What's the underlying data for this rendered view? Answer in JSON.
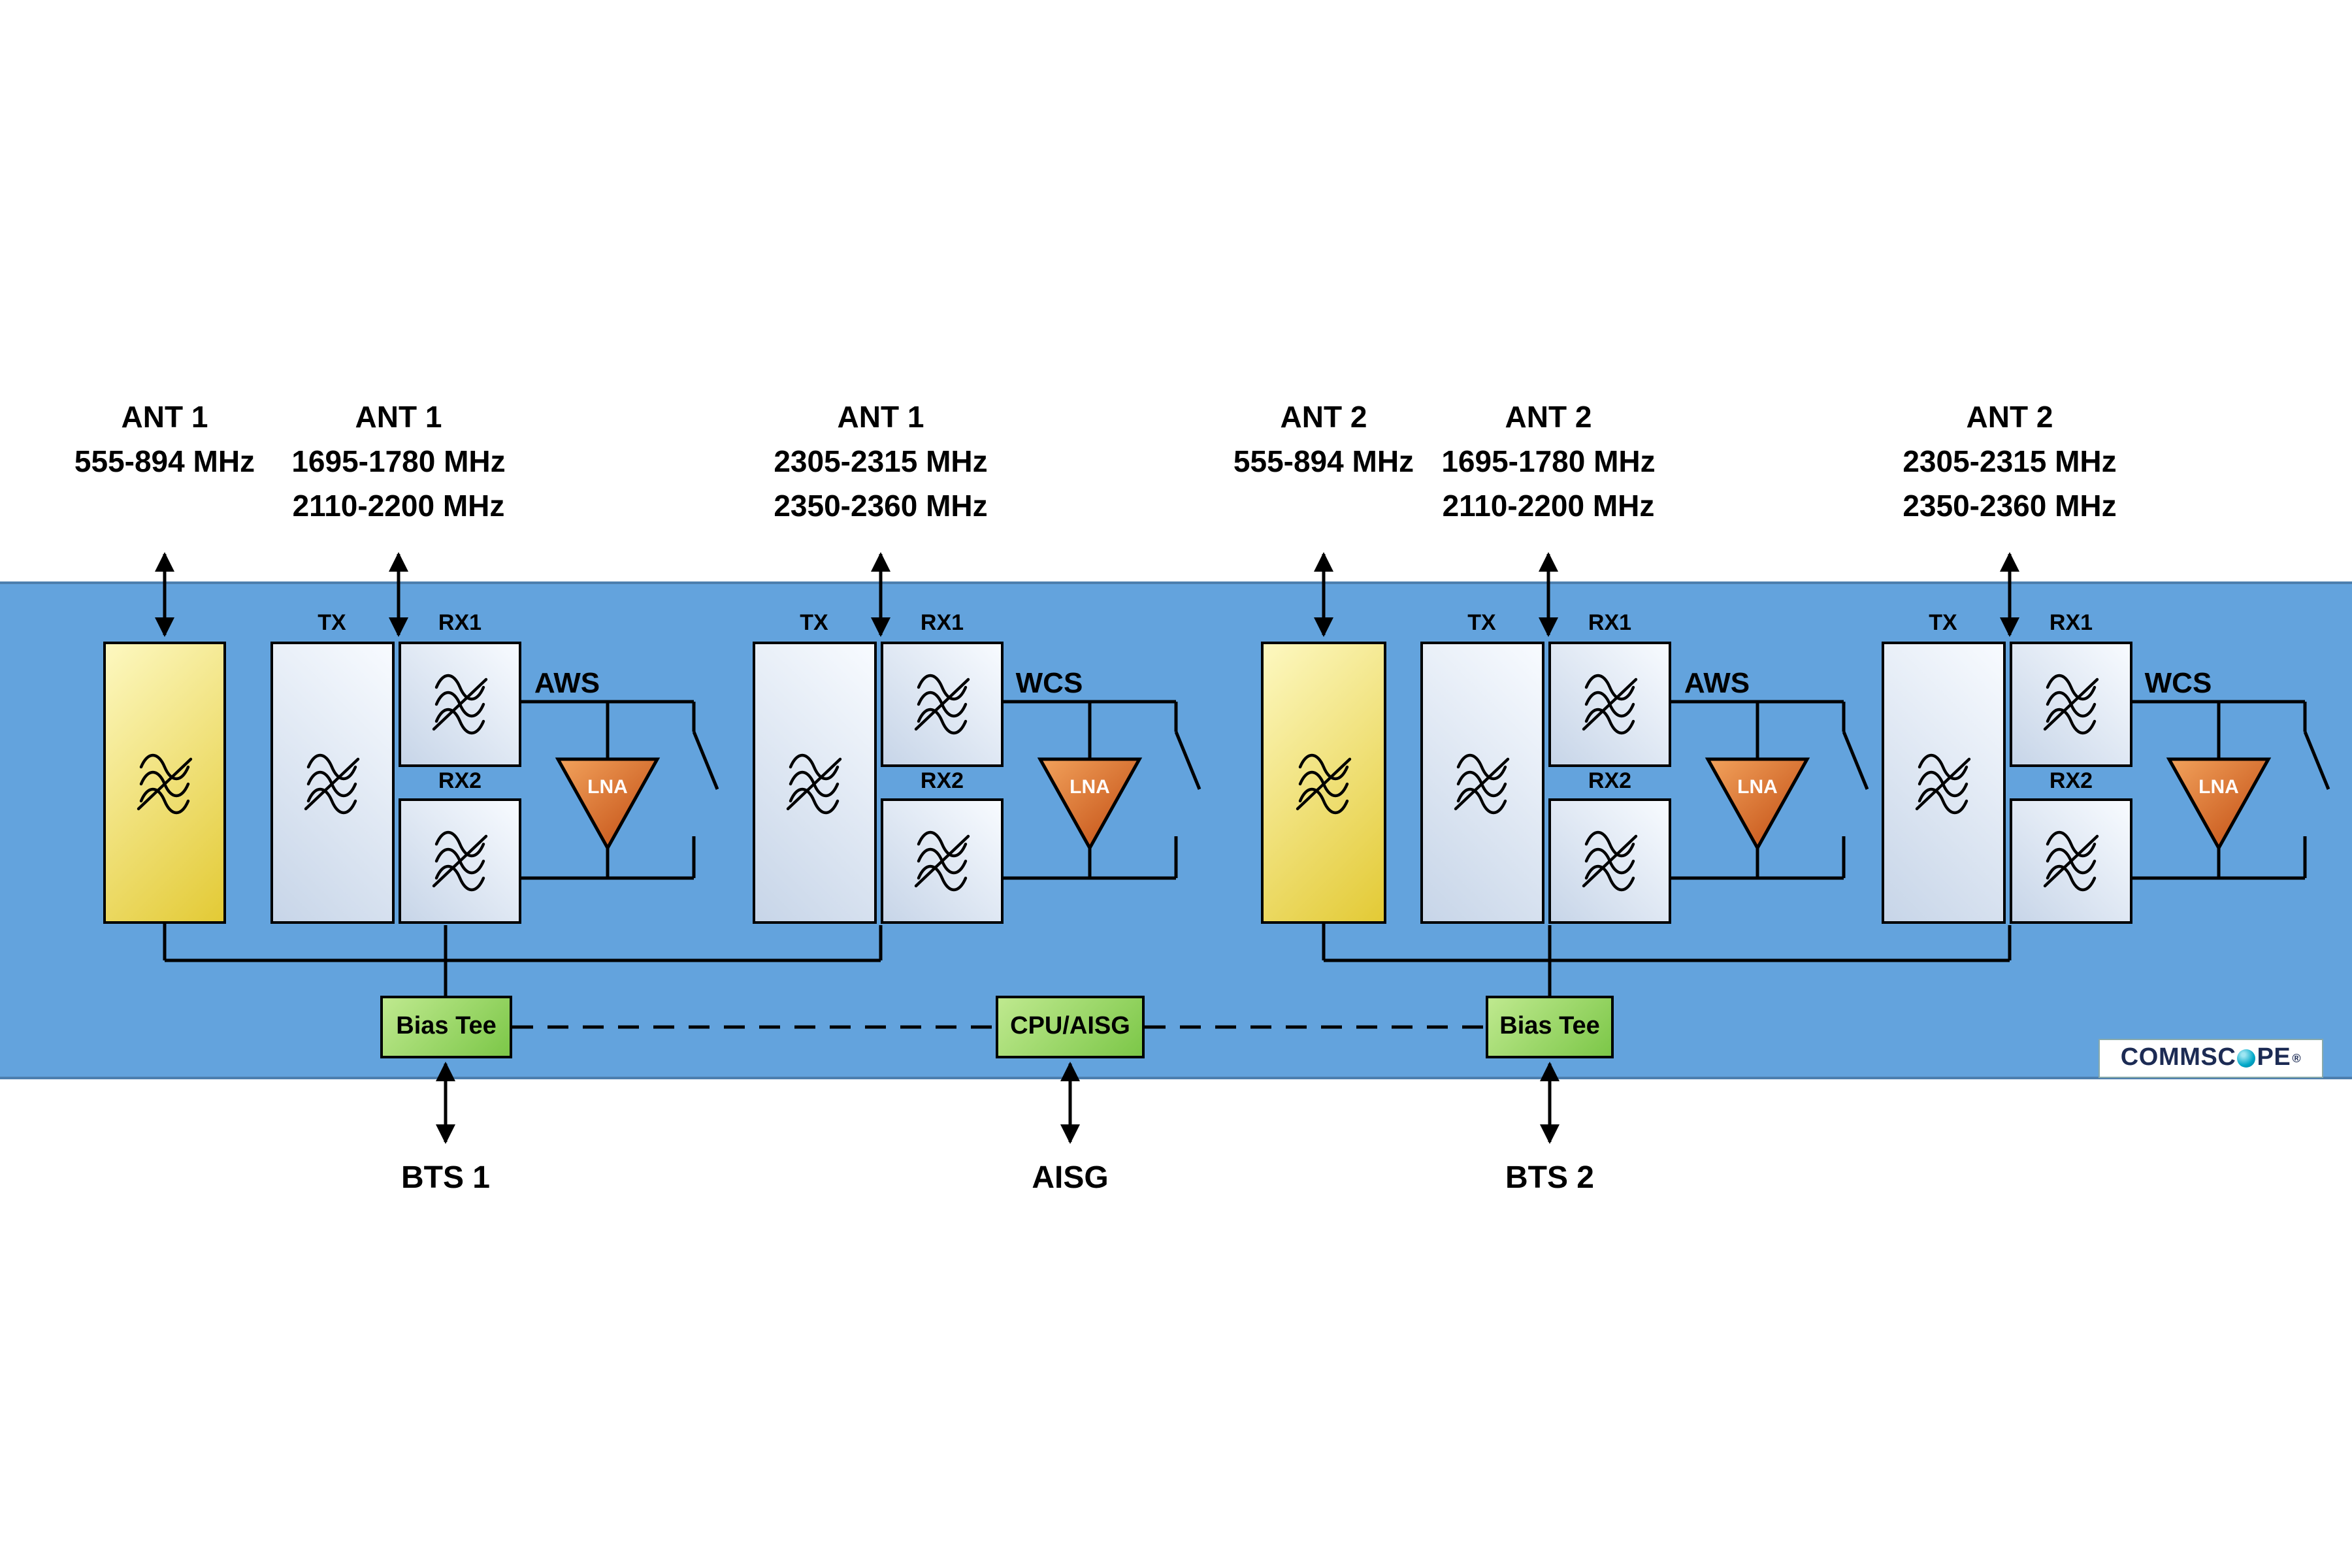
{
  "colors": {
    "band": "#63a3dd",
    "yellow_light": "#fdf8c0",
    "yellow_dark": "#e3ca35",
    "block_light": "#f8fbff",
    "block_dark": "#c7d5e8",
    "lna_light": "#f2a25c",
    "lna_dark": "#c04a10",
    "green_light": "#bfe98f",
    "green_dark": "#7cc748",
    "line": "#000000",
    "logo_navy": "#1c2b54",
    "logo_teal": "#00a8c8"
  },
  "ant": {
    "a1low": {
      "l1": "ANT 1",
      "l2": "555-894 MHz"
    },
    "a1aws": {
      "l1": "ANT 1",
      "l2": "1695-1780 MHz",
      "l3": "2110-2200 MHz"
    },
    "a1wcs": {
      "l1": "ANT 1",
      "l2": "2305-2315 MHz",
      "l3": "2350-2360 MHz"
    },
    "a2low": {
      "l1": "ANT 2",
      "l2": "555-894 MHz"
    },
    "a2aws": {
      "l1": "ANT 2",
      "l2": "1695-1780 MHz",
      "l3": "2110-2200 MHz"
    },
    "a2wcs": {
      "l1": "ANT 2",
      "l2": "2305-2315 MHz",
      "l3": "2350-2360 MHz"
    }
  },
  "ports": {
    "tx": "TX",
    "rx1": "RX1",
    "rx2": "RX2"
  },
  "bands": {
    "aws": "AWS",
    "wcs": "WCS"
  },
  "lna": {
    "label": "LNA"
  },
  "boxes": {
    "bias_tee": "Bias Tee",
    "cpu": "CPU/AISG"
  },
  "bottom": {
    "bts1": "BTS 1",
    "aisg": "AISG",
    "bts2": "BTS 2"
  },
  "brand": {
    "p1": "COMMSC",
    "p2": "PE",
    "reg": "®"
  }
}
